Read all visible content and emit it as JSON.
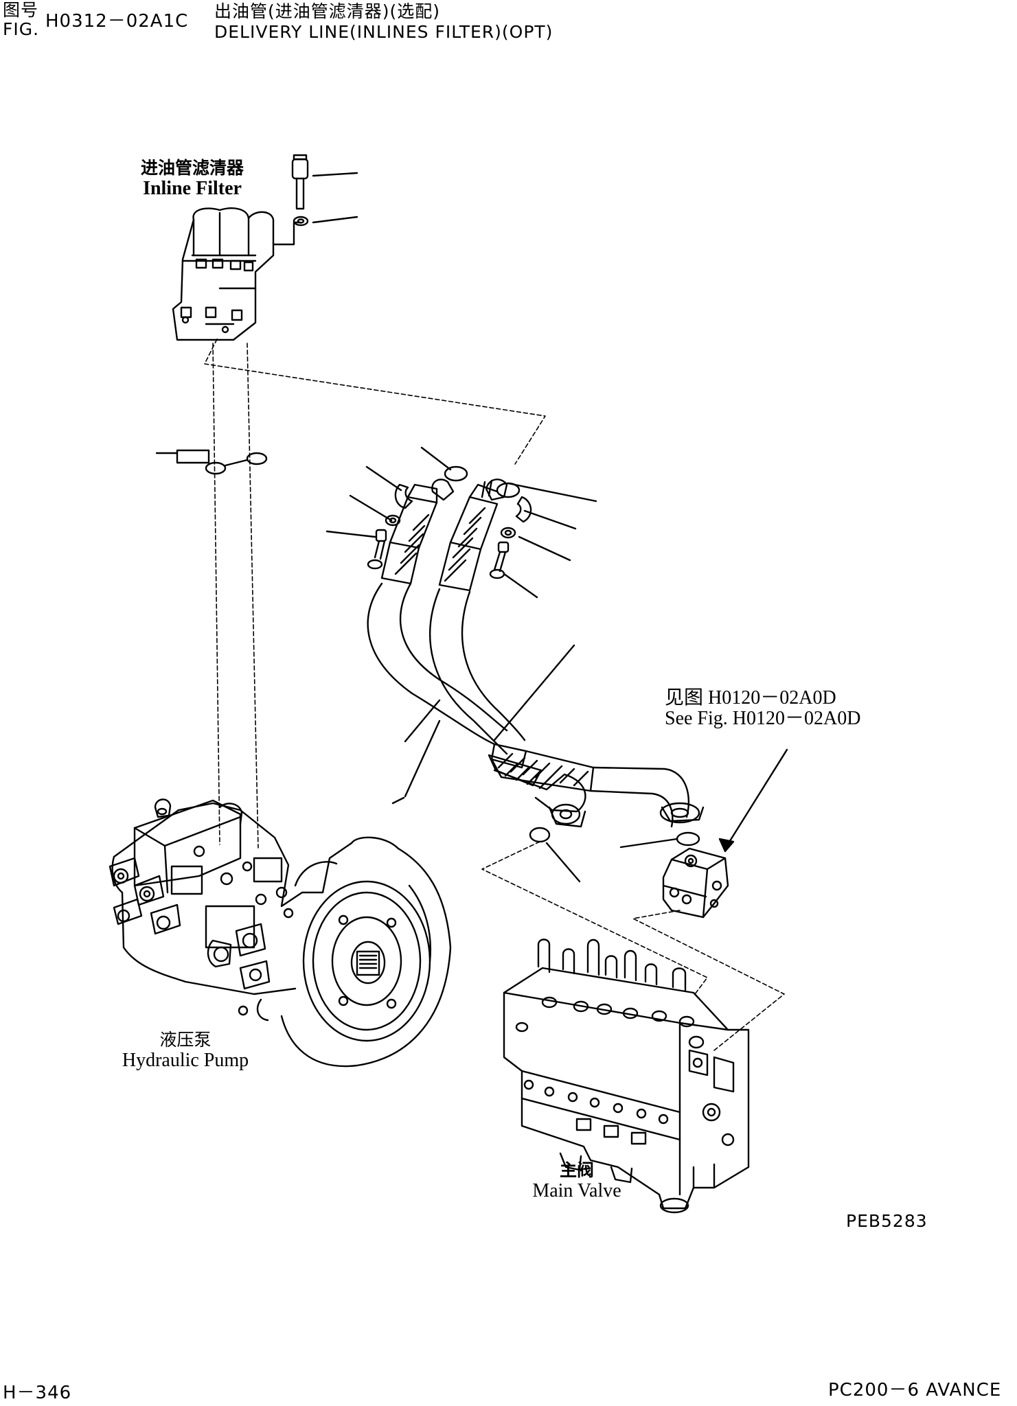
{
  "header": {
    "fig_prefix_cn": "图号",
    "fig_prefix_en": "FIG.",
    "fig_number": "H0312－02A1C",
    "title_cn": "出油管(进油管滤清器)(选配)",
    "title_en": "DELIVERY LINE(INLINES FILTER)(OPT)"
  },
  "labels": {
    "inline_filter": {
      "cn": "进油管滤清器",
      "en": "Inline Filter"
    },
    "see_fig": {
      "cn": "见图 H0120－02A0D",
      "en": "See Fig. H0120－02A0D"
    },
    "hydraulic_pump": {
      "cn": "液压泵",
      "en": "Hydraulic Pump"
    },
    "main_valve": {
      "cn": "主阀",
      "en": "Main Valve"
    }
  },
  "drawing_code": "PEB5283",
  "footer": {
    "page": "H－346",
    "model": "PC200－6 AVANCE"
  }
}
